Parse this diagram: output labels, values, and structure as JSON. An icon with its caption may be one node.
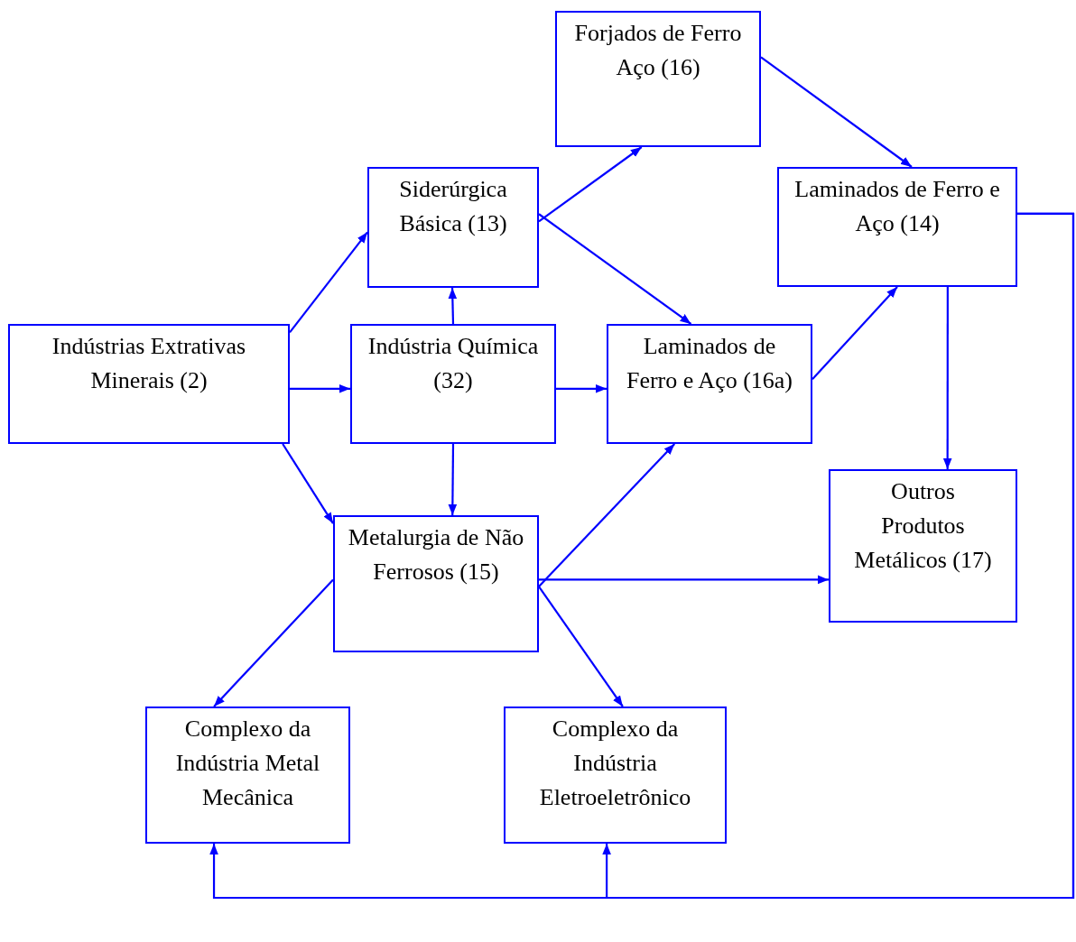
{
  "diagram": {
    "nodes": [
      {
        "text": [
          "Forjados de Ferro Aço (16)"
        ]
      },
      {
        "text": [
          "Siderúrgica Básica (13)"
        ]
      },
      {
        "text": [
          "Laminados de Ferro e Aço (14)"
        ]
      },
      {
        "text": [
          "Indústrias Extrativas Minerais (2)"
        ]
      },
      {
        "text": [
          "Indústria Química (32)"
        ]
      },
      {
        "text": [
          "Laminados de Ferro e Aço (16a)"
        ]
      },
      {
        "text": [
          "Outros Produtos Metálicos (17)"
        ]
      },
      {
        "text": [
          "Metalurgia de Não Ferrosos (15)"
        ]
      },
      {
        "text": [
          "Complexo da Indústria Metal Mecânica"
        ]
      },
      {
        "text": [
          "Complexo da Indústria Eletroeletrônico"
        ]
      }
    ],
    "edges": [
      {
        "from": 3,
        "to": 1,
        "arrow": "to"
      },
      {
        "from": 3,
        "to": 4,
        "arrow": "to"
      },
      {
        "from": 3,
        "to": 7,
        "arrow": "to"
      },
      {
        "from": 4,
        "to": 1,
        "arrow": "to"
      },
      {
        "from": 4,
        "to": 5,
        "arrow": "to"
      },
      {
        "from": 4,
        "to": 7,
        "arrow": "to"
      },
      {
        "from": 1,
        "to": 0,
        "arrow": "to"
      },
      {
        "from": 1,
        "to": 5,
        "arrow": "to"
      },
      {
        "from": 0,
        "to": 2,
        "arrow": "to"
      },
      {
        "from": 5,
        "to": 2,
        "arrow": "to"
      },
      {
        "from": 2,
        "to": 6,
        "arrow": "to"
      },
      {
        "from": 7,
        "to": 5,
        "arrow": "to"
      },
      {
        "from": 7,
        "to": 6,
        "arrow": "to"
      },
      {
        "from": 7,
        "to": 8,
        "arrow": "to"
      },
      {
        "from": 7,
        "to": 9,
        "arrow": "to"
      },
      {
        "from": 2,
        "to": 8,
        "arrow": "to"
      },
      {
        "from": 2,
        "to": 9,
        "arrow": "to"
      }
    ]
  }
}
